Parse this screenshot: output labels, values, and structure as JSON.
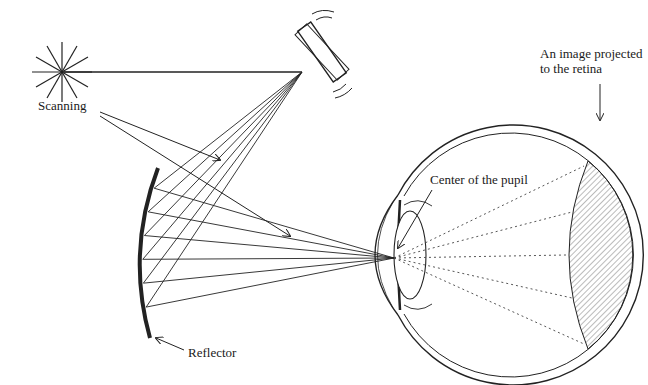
{
  "diagram": {
    "labels": [
      "Scanning",
      "Center of the pupil",
      "An image projected to the retina",
      "Reflector"
    ]
  }
}
